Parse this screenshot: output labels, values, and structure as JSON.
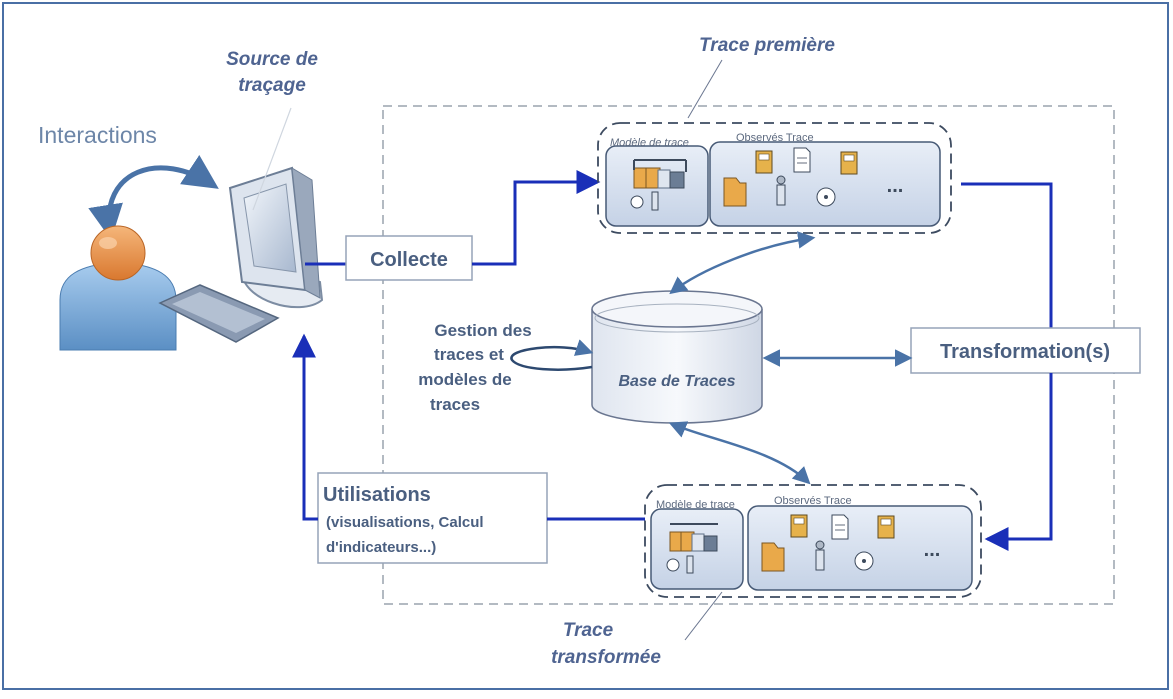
{
  "labels": {
    "interactions": "Interactions",
    "source_line1": "Source de",
    "source_line2": "traçage",
    "trace_premiere": "Trace première",
    "collecte": "Collecte",
    "gestion_line1": "Gestion des",
    "gestion_line2": "traces et",
    "gestion_line3": "modèles de",
    "gestion_line4": "traces",
    "base": "Base de Traces",
    "transformations": "Transformation(s)",
    "utilisations_title": "Utilisations",
    "utilisations_line2": "(visualisations, Calcul",
    "utilisations_line3": "d'indicateurs...)",
    "trace_transformee_line1": "Trace",
    "trace_transformee_line2": "transformée",
    "modele_de_trace": "Modèle de trace",
    "observes_trace": "Observés Trace",
    "ellipsis": "..."
  },
  "colors": {
    "arrow_blue": "#1a2fb8",
    "curved_arrow": "#4a73a7",
    "text_blue": "#4a5f80",
    "frame_border": "#4a6fa5"
  },
  "icons": [
    "person-icon",
    "computer-icon",
    "keyboard-icon",
    "database-icon",
    "folder-icon",
    "document-icon",
    "disc-icon",
    "user-icon"
  ]
}
